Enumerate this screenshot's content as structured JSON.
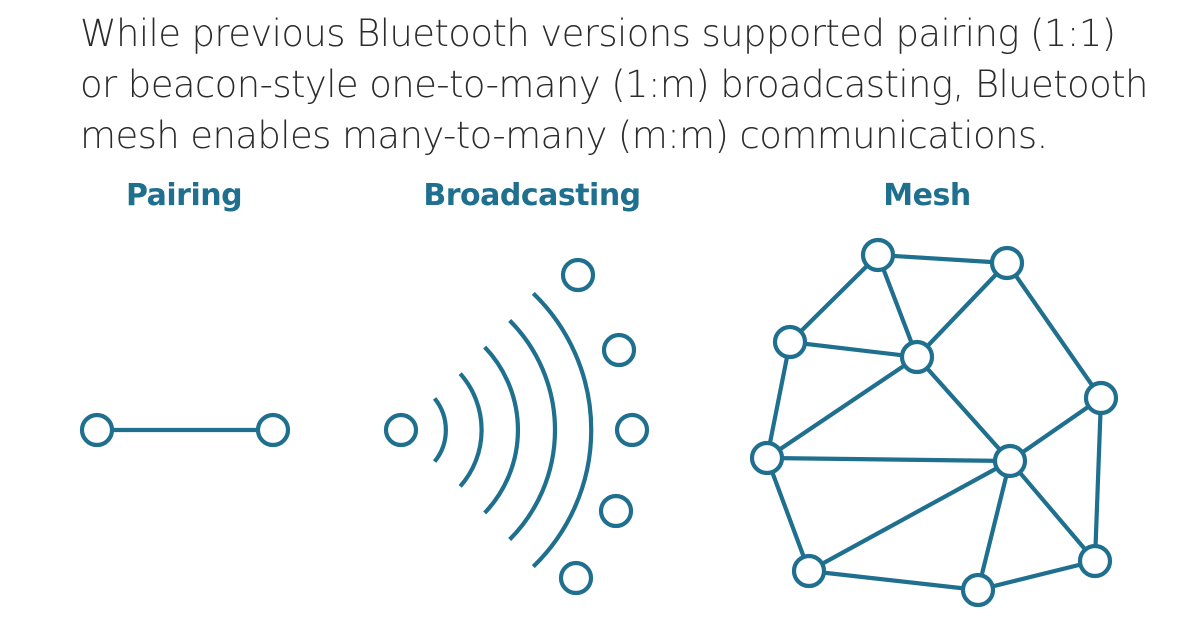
{
  "intro": {
    "lines": [
      "While previous Bluetooth versions supported pairing (1:1)",
      "or beacon-style one-to-many (1:m) broadcasting, Bluetooth",
      "mesh enables many-to-many (m:m) communications."
    ]
  },
  "panels": {
    "pairing": {
      "label": "Pairing"
    },
    "broadcasting": {
      "label": "Broadcasting"
    },
    "mesh": {
      "label": "Mesh"
    }
  },
  "colors": {
    "accent": "#1f6f8f",
    "text": "#2b2b2b"
  }
}
